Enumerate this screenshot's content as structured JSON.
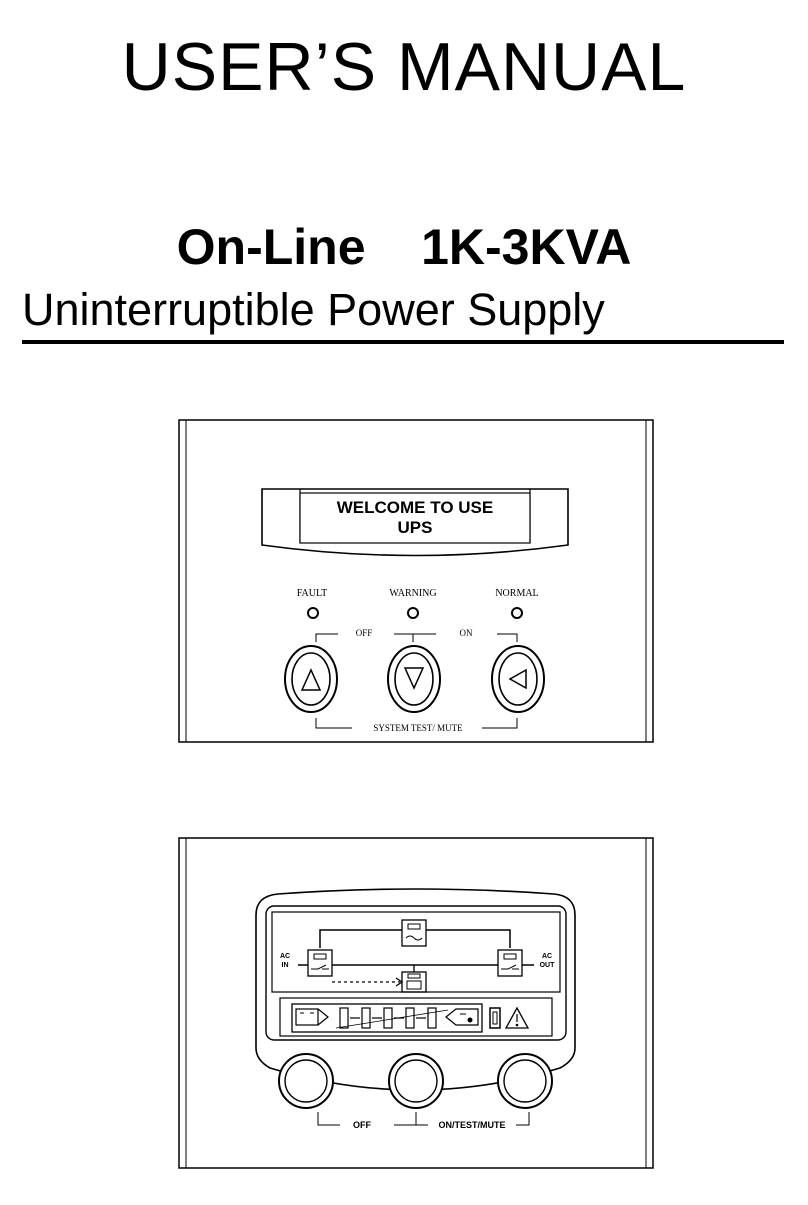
{
  "document": {
    "title": "USER’S MANUAL",
    "subtitle": "On-Line    1K-3KVA",
    "product": "Uninterruptible Power Supply"
  },
  "lcd_panel": {
    "display_line1": "WELCOME TO USE",
    "display_line2": "UPS",
    "leds": [
      "FAULT",
      "WARNING",
      "NORMAL"
    ],
    "off_label": "OFF",
    "on_label": "ON",
    "bottom_label": "SYSTEM TEST/ MUTE"
  },
  "led_panel": {
    "ac_in": [
      "AC",
      "IN"
    ],
    "ac_out": [
      "AC",
      "OUT"
    ],
    "off_label": "OFF",
    "on_label": "ON/TEST/MUTE"
  }
}
